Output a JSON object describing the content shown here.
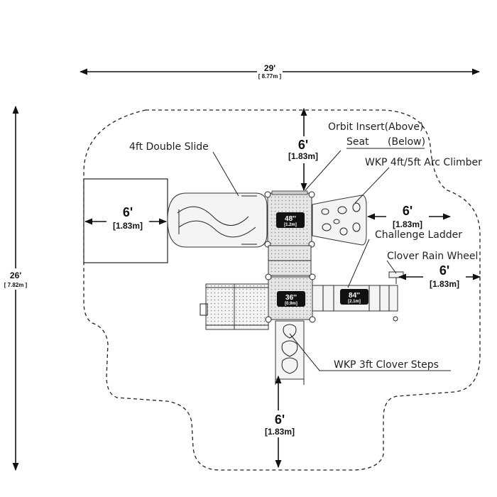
{
  "overall": {
    "width_ft": "29'",
    "width_m": "[ 8.77m ]",
    "depth_ft": "26'",
    "depth_m": "[ 7.82m ]"
  },
  "clearances": {
    "top": {
      "ft": "6'",
      "m": "[1.83m]"
    },
    "left": {
      "ft": "6'",
      "m": "[1.83m]"
    },
    "right_upper": {
      "ft": "6'",
      "m": "[1.83m]"
    },
    "right_lower": {
      "ft": "6'",
      "m": "[1.83m]"
    },
    "bottom": {
      "ft": "6'",
      "m": "[1.83m]"
    }
  },
  "components": {
    "double_slide": "4ft Double Slide",
    "orbit_seat_line1": "Orbit Insert(Above)",
    "orbit_seat_line2a": "Seat",
    "orbit_seat_line2b": "(Below)",
    "arc_climber": "WKP 4ft/5ft Arc Climber",
    "challenge_ladder": "Challenge Ladder",
    "rain_wheel": "Clover Rain Wheel",
    "clover_steps": "WKP 3ft Clover Steps"
  },
  "platforms": {
    "p48": {
      "height": "48''",
      "metric": "[1.2m]"
    },
    "p36": {
      "height": "36''",
      "metric": "[0.9m]"
    },
    "p84": {
      "height": "84''",
      "metric": "[2.1m]"
    }
  }
}
